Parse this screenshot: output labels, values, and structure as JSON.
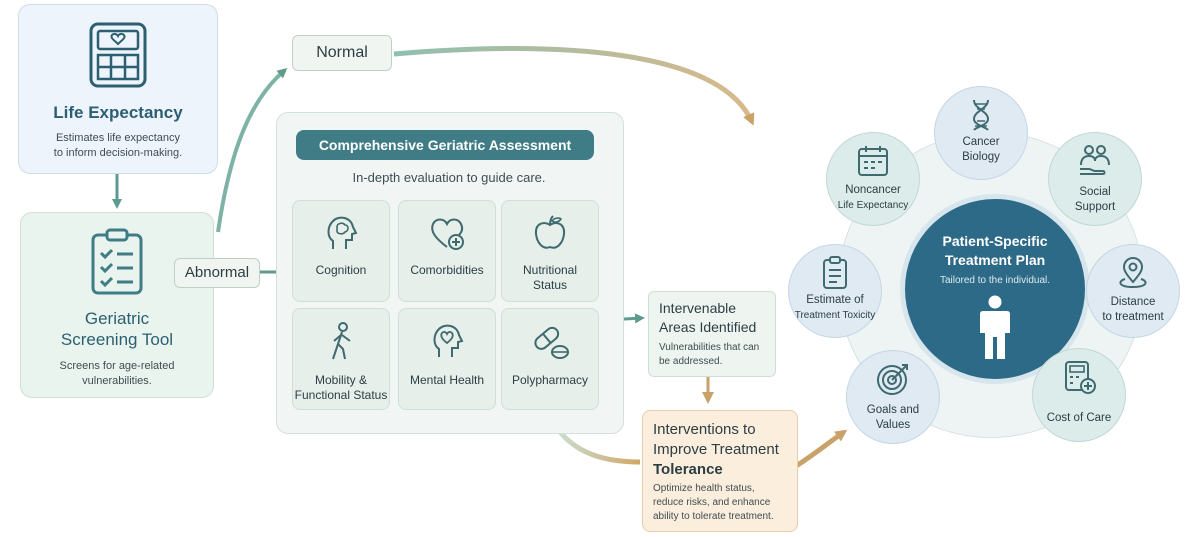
{
  "life_expectancy": {
    "title": "Life Expectancy",
    "description_line1": "Estimates life expectancy",
    "description_line2": "to inform decision-making."
  },
  "screening_tool": {
    "title_line1": "Geriatric",
    "title_line2": "Screening Tool",
    "description_line1": "Screens for age-related",
    "description_line2": "vulnerabilities."
  },
  "labels": {
    "normal": "Normal",
    "abnormal": "Abnormal"
  },
  "cga": {
    "title": "Comprehensive Geriatric Assessment",
    "subtitle": "In-depth evaluation to guide care.",
    "cells": [
      {
        "line1": "Cognition",
        "line2": ""
      },
      {
        "line1": "Comorbidities",
        "line2": ""
      },
      {
        "line1": "Nutritional",
        "line2": "Status"
      },
      {
        "line1": "Mobility &",
        "line2": "Functional Status"
      },
      {
        "line1": "Mental Health",
        "line2": ""
      },
      {
        "line1": "Polypharmacy",
        "line2": ""
      }
    ]
  },
  "intervenable": {
    "title_line1": "Intervenable",
    "title_line2": "Areas Identified",
    "description_line1": "Vulnerabilities that can",
    "description_line2": "be addressed."
  },
  "interventions": {
    "title_line1": "Interventions to",
    "title_line2": "Improve Treatment",
    "title_line3": "Tolerance",
    "description_line1": "Optimize health status,",
    "description_line2": "reduce risks, and enhance",
    "description_line3": "ability to tolerate treatment."
  },
  "plan": {
    "title_line1": "Patient-Specific",
    "title_line2": "Treatment Plan",
    "subtitle": "Tailored to the individual.",
    "factors": [
      {
        "line1": "Cancer",
        "line2": "Biology"
      },
      {
        "line1": "Social",
        "line2": "Support"
      },
      {
        "line1": "Distance",
        "line2": "to treatment"
      },
      {
        "line1": "Cost of Care",
        "line2": ""
      },
      {
        "line1": "Goals and",
        "line2": "Values"
      },
      {
        "line1": "Estimate of",
        "line2": "Treatment Toxicity"
      },
      {
        "line1": "Noncancer",
        "line2": "Life Expectancy"
      }
    ]
  },
  "colors": {
    "teal": "#3f7c85",
    "dark_teal": "#2d5f72",
    "center_blue": "#2d6a88",
    "arrow_green": "#7aa89a",
    "arrow_tan": "#c9a26a"
  }
}
